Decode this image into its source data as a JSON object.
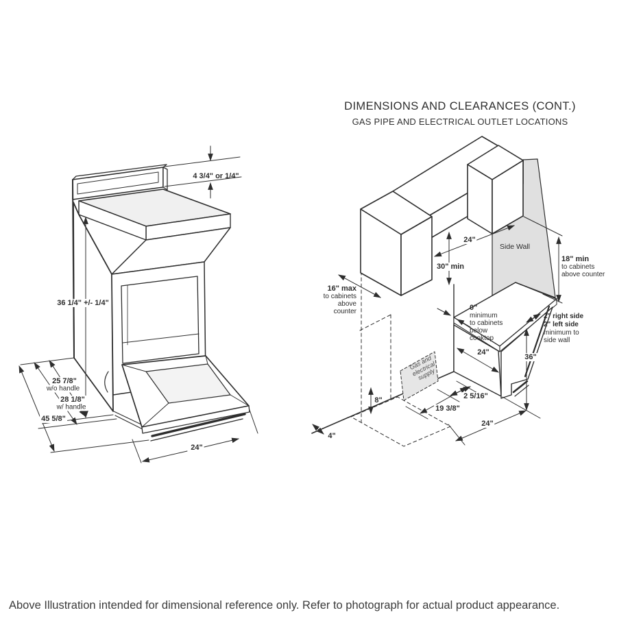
{
  "header": {
    "title": "DIMENSIONS AND CLEARANCES (CONT.)",
    "subtitle": "GAS PIPE AND ELECTRICAL OUTLET LOCATIONS"
  },
  "footer": {
    "note": "Above Illustration intended for dimensional reference only. Refer to photograph for actual product appearance."
  },
  "range": {
    "backsplash_height": "4 3/4\" or 1/4\"",
    "overall_height": "36 1/4\" +/- 1/4\"",
    "depth_wo_handle": "25 7/8\"",
    "depth_wo_handle_note": "w/o handle",
    "depth_w_handle": "28 1/8\"",
    "depth_w_handle_note": "w/ handle",
    "depth_door_open": "45 5/8\"",
    "width": "24\""
  },
  "clearance": {
    "opening_width": "24\"",
    "min_above_cooktop": "30\" min",
    "side_wall": "Side Wall",
    "right_min": [
      "18\" min",
      "to cabinets",
      "above counter"
    ],
    "left_max": [
      "16\" max",
      "to cabinets",
      "above",
      "counter"
    ],
    "zero_min": [
      "0\"",
      "minimum",
      "to cabinets",
      "below",
      "cooktop"
    ],
    "side_wall_min": [
      "2\" right side",
      "2\" left side",
      "minimum to",
      "side wall"
    ],
    "counter_depth": "24\"",
    "counter_height": "36\"",
    "supply_height": "8\"",
    "left_offset": "4\"",
    "supply_gap": "2 5/16\"",
    "supply_run": "19 3/8\"",
    "floor_depth": "24\"",
    "gas_label": [
      "Gas and",
      "electrical",
      "supply"
    ]
  }
}
